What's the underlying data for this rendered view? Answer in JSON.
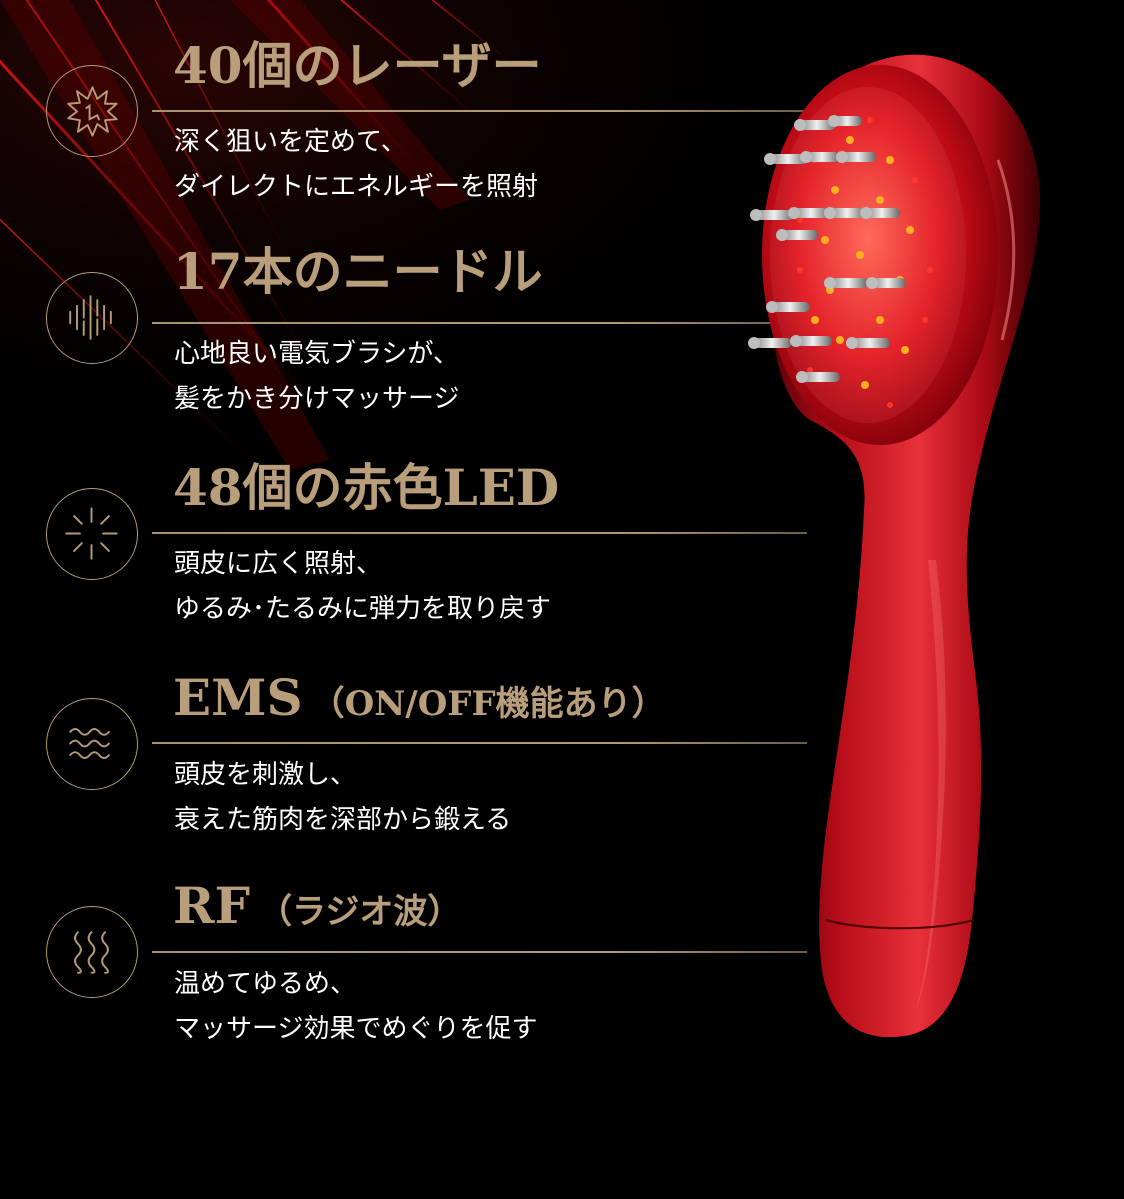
{
  "features": [
    {
      "title": "40個のレーザー",
      "title_sub": "",
      "desc_line1": "深く狙いを定めて、",
      "desc_line2": "ダイレクトにエネルギーを照射",
      "icon": "laser-burst-icon"
    },
    {
      "title": "17本のニードル",
      "title_sub": "",
      "desc_line1": "心地良い電気ブラシが、",
      "desc_line2": "髪をかき分けマッサージ",
      "icon": "needle-lines-icon"
    },
    {
      "title": "48個の赤色LED",
      "title_sub": "",
      "desc_line1": "頭皮に広く照射、",
      "desc_line2": "ゆるみ･たるみに弾力を取り戻す",
      "icon": "radiant-light-icon"
    },
    {
      "title": "EMS",
      "title_sub": "（ON/OFF機能あり）",
      "desc_line1": "頭皮を刺激し、",
      "desc_line2": "衰えた筋肉を深部から鍛える",
      "icon": "wave-lines-icon"
    },
    {
      "title": "RF",
      "title_sub": "（ラジオ波）",
      "desc_line1": "温めてゆるめ、",
      "desc_line2": "マッサージ効果でめぐりを促す",
      "icon": "heat-waves-icon"
    }
  ],
  "colors": {
    "background": "#000000",
    "accent_gold": "#b99e7c",
    "device_red": "#c8141e",
    "text": "#ffffff"
  }
}
